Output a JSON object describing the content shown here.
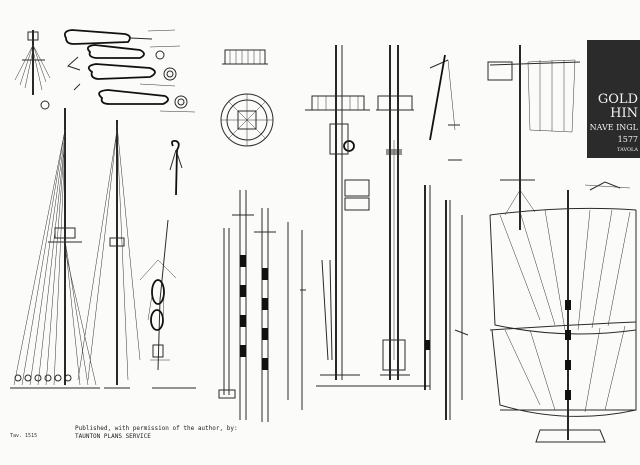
{
  "title_block": {
    "line1": "GOLD",
    "line2": "HIN",
    "line3": "NAVE INGL",
    "line4": "1577",
    "line5": "TAVOLA"
  },
  "credit": {
    "line1": "Published, with permission of the author, by:",
    "line2": "TAUNTON PLANS SERVICE"
  },
  "plate_number": "Tav. 1515",
  "colors": {
    "ink": "#1a1a1a",
    "paper": "#fbfbf9",
    "title_bg": "#2b2b2b"
  }
}
